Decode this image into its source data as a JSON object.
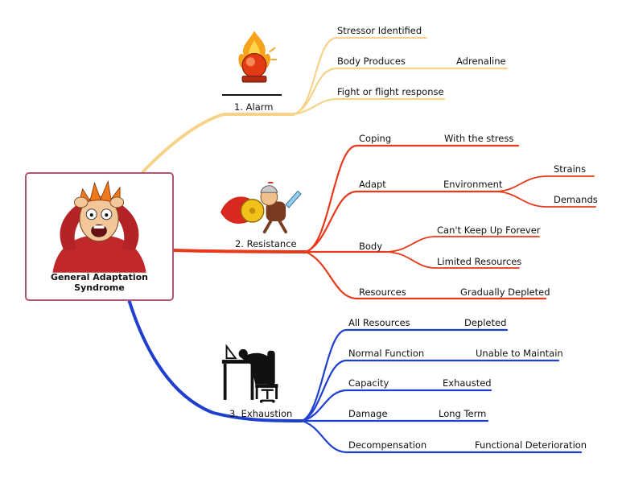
{
  "central": {
    "title": "General Adaptation Syndrome",
    "image_icon": "stressed-person-icon",
    "border_color": "#b0557a"
  },
  "branches": [
    {
      "id": "alarm",
      "label": "1. Alarm",
      "color": "#f7d38a",
      "icon": "alarm-siren-icon",
      "children": [
        {
          "label": "Stressor Identified"
        },
        {
          "label": "Body Produces",
          "children": [
            {
              "label": "Adrenaline"
            }
          ]
        },
        {
          "label": "Fight or flight response"
        }
      ]
    },
    {
      "id": "resistance",
      "label": "2. Resistance",
      "color": "#e8391b",
      "icon": "warrior-shield-icon",
      "children": [
        {
          "label": "Coping",
          "children": [
            {
              "label": "With the stress"
            }
          ]
        },
        {
          "label": "Adapt",
          "children": [
            {
              "label": "Environment",
              "children": [
                {
                  "label": "Strains"
                },
                {
                  "label": "Demands"
                }
              ]
            }
          ]
        },
        {
          "label": "Body",
          "children": [
            {
              "label": "Can't Keep Up Forever"
            },
            {
              "label": "Limited Resources"
            }
          ]
        },
        {
          "label": "Resources",
          "children": [
            {
              "label": "Gradually Depleted"
            }
          ]
        }
      ]
    },
    {
      "id": "exhaustion",
      "label": "3. Exhaustion",
      "color": "#1f3fcf",
      "icon": "exhausted-desk-worker-icon",
      "children": [
        {
          "label": "All Resources",
          "children": [
            {
              "label": "Depleted"
            }
          ]
        },
        {
          "label": "Normal Function",
          "children": [
            {
              "label": "Unable to Maintain"
            }
          ]
        },
        {
          "label": "Capacity",
          "children": [
            {
              "label": "Exhausted"
            }
          ]
        },
        {
          "label": "Damage",
          "children": [
            {
              "label": "Long Term"
            }
          ]
        },
        {
          "label": "Decompensation",
          "children": [
            {
              "label": "Functional Deterioration"
            }
          ]
        }
      ]
    }
  ]
}
